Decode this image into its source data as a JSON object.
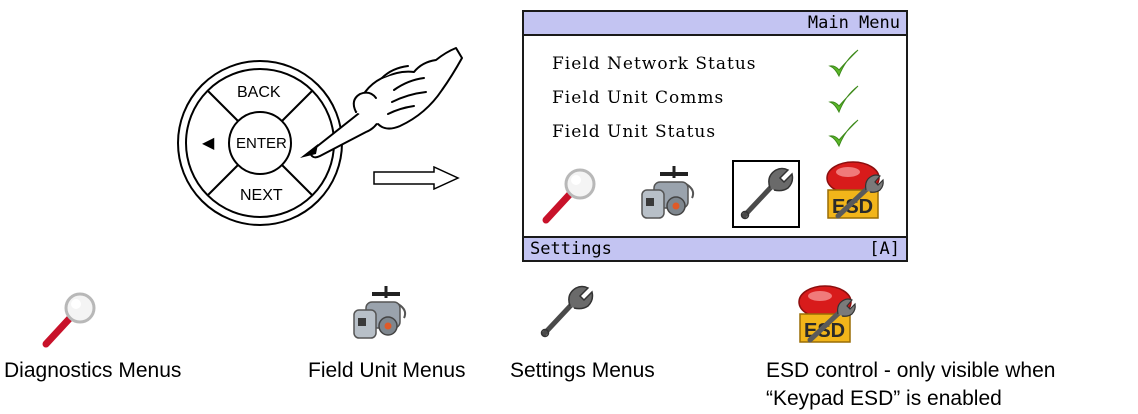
{
  "keypad": {
    "back_label": "BACK",
    "enter_label": "ENTER",
    "next_label": "NEXT",
    "left_arrow_glyph": "◀"
  },
  "screen": {
    "title": "Main Menu",
    "status_rows": [
      {
        "label": "Field Network Status",
        "status": "ok"
      },
      {
        "label": "Field Unit Comms",
        "status": "ok"
      },
      {
        "label": "Field Unit Status",
        "status": "ok"
      }
    ],
    "menu_icons": [
      "magnifier-icon",
      "actuator-icon",
      "wrench-icon",
      "esd-icon"
    ],
    "selected_icon": "wrench-icon",
    "status_bar_left": "Settings",
    "status_bar_right": "[A]"
  },
  "legend": {
    "diagnostics": "Diagnostics Menus",
    "field_unit": "Field Unit Menus",
    "settings": "Settings Menus",
    "esd_line1": "ESD control - only visible when",
    "esd_line2": "“Keypad ESD” is enabled"
  },
  "colors": {
    "lcd_bar": "#c3c4f2",
    "check_green": "#5cb82a",
    "magnifier_handle": "#c8122a",
    "esd_red": "#d81b1b",
    "esd_yellow": "#f2b51a"
  }
}
